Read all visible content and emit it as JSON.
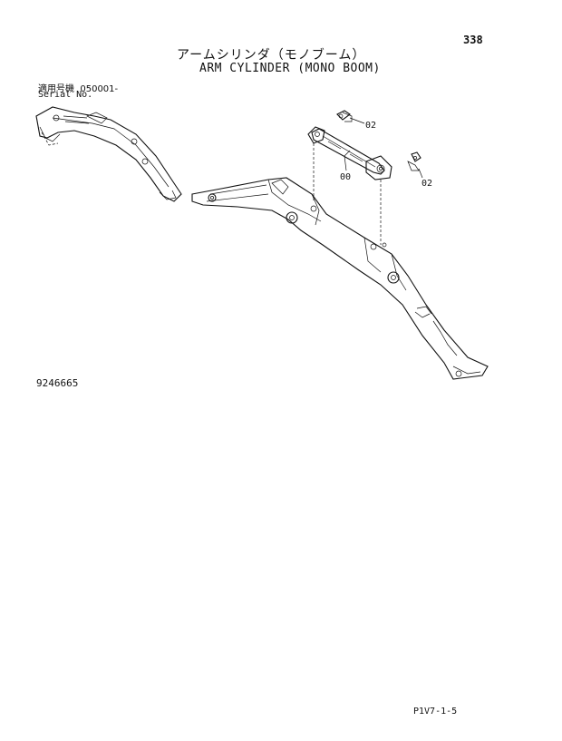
{
  "page_number": "338",
  "title_jp": "アームシリンダ（モノブーム）",
  "title_en": "ARM CYLINDER (MONO BOOM)",
  "serial": {
    "label_jp": "適用号機",
    "range": "050001-",
    "label_en": "Serial No."
  },
  "drawing_number": "9246665",
  "page_code": "P1V7-1-5",
  "callouts": [
    {
      "id": "00",
      "text": "00"
    },
    {
      "id": "02a",
      "text": "02"
    },
    {
      "id": "02b",
      "text": "02"
    }
  ]
}
